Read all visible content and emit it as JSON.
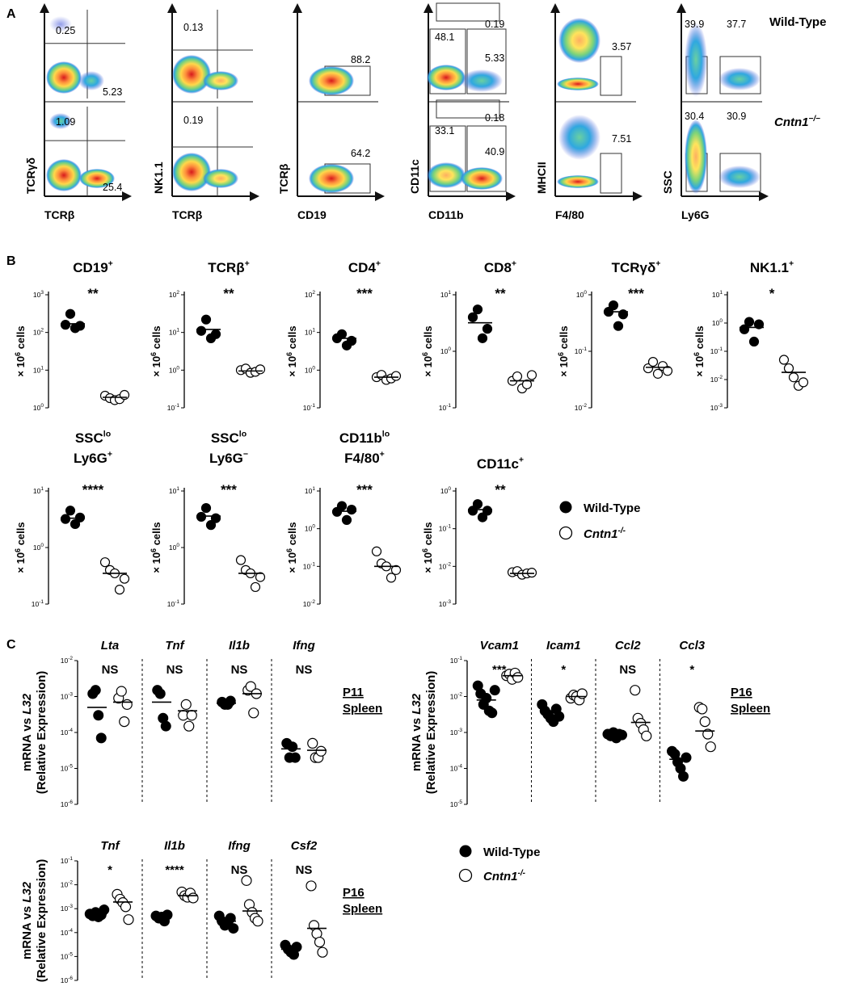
{
  "panel_letters": [
    "A",
    "B",
    "C"
  ],
  "legend": {
    "wild_type": "Wild-Type",
    "knockout": "Cntn1",
    "knockout_sup": "-/-"
  },
  "panel_a": {
    "row_labels": {
      "top": "Wild-Type",
      "bottom": "Cntn1",
      "bottom_sup": "−/−"
    },
    "plots": [
      {
        "ylabel": "TCRγδ",
        "xlabel": "TCRβ",
        "wt_gates": [
          "0.25",
          "5.23"
        ],
        "ko_gates": [
          "1.09",
          "25.4"
        ]
      },
      {
        "ylabel": "NK1.1",
        "xlabel": "TCRβ",
        "wt_gates": [
          "0.13"
        ],
        "ko_gates": [
          "0.19"
        ]
      },
      {
        "ylabel": "TCRβ",
        "xlabel": "CD19",
        "wt_gates": [
          "88.2"
        ],
        "ko_gates": [
          "64.2"
        ]
      },
      {
        "ylabel": "CD11c",
        "xlabel": "CD11b",
        "wt_gates": [
          "48.1",
          "0.19",
          "5.33"
        ],
        "ko_gates": [
          "33.1",
          "0.18",
          "40.9"
        ]
      },
      {
        "ylabel": "MHCII",
        "xlabel": "F4/80",
        "wt_gates": [
          "3.57"
        ],
        "ko_gates": [
          "7.51"
        ]
      },
      {
        "ylabel": "SSC",
        "xlabel": "Ly6G",
        "wt_gates": [
          "39.9",
          "37.7"
        ],
        "ko_gates": [
          "30.4",
          "30.9"
        ]
      }
    ]
  },
  "chart_data": [
    {
      "type": "scatter",
      "panel": "B",
      "title": "CD19",
      "title_sup": "+",
      "ylabel": "× 10^6 cells",
      "log_scale": true,
      "ylim_exp": [
        0,
        3
      ],
      "significance": "**",
      "series": [
        {
          "name": "Wild-Type",
          "values": [
            160,
            310,
            130,
            150
          ],
          "mean": 170
        },
        {
          "name": "Cntn1-/-",
          "values": [
            2.1,
            1.8,
            1.6,
            1.7,
            2.2
          ],
          "mean": 1.9
        }
      ]
    },
    {
      "type": "scatter",
      "panel": "B",
      "title": "TCRβ",
      "title_sup": "+",
      "ylabel": "× 10^6 cells",
      "log_scale": true,
      "ylim_exp": [
        -1,
        2
      ],
      "significance": "**",
      "series": [
        {
          "name": "Wild-Type",
          "values": [
            11,
            22,
            7,
            9
          ],
          "mean": 12
        },
        {
          "name": "Cntn1-/-",
          "values": [
            1.0,
            1.1,
            0.85,
            0.9,
            1.05
          ],
          "mean": 0.95
        }
      ]
    },
    {
      "type": "scatter",
      "panel": "B",
      "title": "CD4",
      "title_sup": "+",
      "ylabel": "× 10^6 cells",
      "log_scale": true,
      "ylim_exp": [
        -1,
        2
      ],
      "significance": "***",
      "series": [
        {
          "name": "Wild-Type",
          "values": [
            7,
            9,
            4.5,
            6
          ],
          "mean": 7
        },
        {
          "name": "Cntn1-/-",
          "values": [
            0.65,
            0.75,
            0.55,
            0.6,
            0.7
          ],
          "mean": 0.65
        }
      ]
    },
    {
      "type": "scatter",
      "panel": "B",
      "title": "CD8",
      "title_sup": "+",
      "ylabel": "× 10^6 cells",
      "log_scale": true,
      "ylim_exp": [
        -1,
        1
      ],
      "significance": "**",
      "series": [
        {
          "name": "Wild-Type",
          "values": [
            4,
            5.5,
            1.7,
            2.5
          ],
          "mean": 3.2
        },
        {
          "name": "Cntn1-/-",
          "values": [
            0.3,
            0.36,
            0.22,
            0.26,
            0.38
          ],
          "mean": 0.3
        }
      ]
    },
    {
      "type": "scatter",
      "panel": "B",
      "title": "TCRγδ",
      "title_sup": "+",
      "ylabel": "× 10^6 cells",
      "log_scale": true,
      "ylim_exp": [
        -2,
        0
      ],
      "significance": "***",
      "series": [
        {
          "name": "Wild-Type",
          "values": [
            0.5,
            0.65,
            0.28,
            0.45
          ],
          "mean": 0.5
        },
        {
          "name": "Cntn1-/-",
          "values": [
            0.05,
            0.065,
            0.04,
            0.055,
            0.045
          ],
          "mean": 0.052
        }
      ]
    },
    {
      "type": "scatter",
      "panel": "B",
      "title": "NK1.1",
      "title_sup": "+",
      "ylabel": "× 10^6 cells",
      "log_scale": true,
      "ylim_exp": [
        -3,
        1
      ],
      "significance": "*",
      "series": [
        {
          "name": "Wild-Type",
          "values": [
            0.6,
            1.1,
            0.22,
            0.9
          ],
          "mean": 0.7
        },
        {
          "name": "Cntn1-/-",
          "values": [
            0.05,
            0.025,
            0.012,
            0.006,
            0.008
          ],
          "mean": 0.018
        }
      ]
    },
    {
      "type": "scatter",
      "panel": "B",
      "title": "SSC",
      "title_sup": "lo",
      "title2": "Ly6G",
      "title2_sup": "+",
      "ylabel": "× 10^6 cells",
      "log_scale": true,
      "ylim_exp": [
        -1,
        1
      ],
      "significance": "****",
      "series": [
        {
          "name": "Wild-Type",
          "values": [
            3.2,
            4.5,
            2.6,
            3.4
          ],
          "mean": 3.3
        },
        {
          "name": "Cntn1-/-",
          "values": [
            0.55,
            0.4,
            0.35,
            0.18,
            0.28
          ],
          "mean": 0.35
        }
      ]
    },
    {
      "type": "scatter",
      "panel": "B",
      "title": "SSC",
      "title_sup": "lo",
      "title2": "Ly6G",
      "title2_sup": "−",
      "ylabel": "× 10^6 cells",
      "log_scale": true,
      "ylim_exp": [
        -1,
        1
      ],
      "significance": "***",
      "series": [
        {
          "name": "Wild-Type",
          "values": [
            3.5,
            5,
            2.5,
            3.3
          ],
          "mean": 3.6
        },
        {
          "name": "Cntn1-/-",
          "values": [
            0.6,
            0.4,
            0.35,
            0.2,
            0.3
          ],
          "mean": 0.35
        }
      ]
    },
    {
      "type": "scatter",
      "panel": "B",
      "title": "CD11b",
      "title_sup": "lo",
      "title2": "F4/80",
      "title2_sup": "+",
      "ylabel": "× 10^6 cells",
      "log_scale": true,
      "ylim_exp": [
        -2,
        1
      ],
      "significance": "***",
      "series": [
        {
          "name": "Wild-Type",
          "values": [
            2.8,
            4,
            1.7,
            3.2
          ],
          "mean": 2.9
        },
        {
          "name": "Cntn1-/-",
          "values": [
            0.25,
            0.12,
            0.1,
            0.05,
            0.08
          ],
          "mean": 0.1
        }
      ]
    },
    {
      "type": "scatter",
      "panel": "B",
      "title": "CD11c",
      "title_sup": "+",
      "ylabel": "× 10^6 cells",
      "log_scale": true,
      "ylim_exp": [
        -3,
        0
      ],
      "significance": "**",
      "series": [
        {
          "name": "Wild-Type",
          "values": [
            0.3,
            0.45,
            0.2,
            0.3
          ],
          "mean": 0.32
        },
        {
          "name": "Cntn1-/-",
          "values": [
            0.007,
            0.0075,
            0.006,
            0.0065,
            0.0068
          ],
          "mean": 0.0065
        }
      ]
    },
    {
      "type": "scatter",
      "panel": "C",
      "ylabel": "mRNA vs L32",
      "ylabel2": "(Relative Expression)",
      "log_scale": true,
      "ylim_exp": [
        -6,
        -2
      ],
      "tissue": "P11",
      "tissue2": "Spleen",
      "groups": [
        {
          "gene": "Lta",
          "significance": "NS",
          "wt": [
            0.0012,
            0.0015,
            0.0003,
            7e-05
          ],
          "wt_mean": 0.0005,
          "ko": [
            0.0009,
            0.0014,
            0.0002,
            0.0006
          ],
          "ko_mean": 0.0007
        },
        {
          "gene": "Tnf",
          "significance": "NS",
          "wt": [
            0.0015,
            0.0012,
            0.00025,
            0.00015
          ],
          "wt_mean": 0.0007,
          "ko": [
            0.0003,
            0.0006,
            0.00015,
            0.0003
          ],
          "ko_mean": 0.0004
        },
        {
          "gene": "Il1b",
          "significance": "NS",
          "wt": [
            0.0007,
            0.0006,
            0.0006,
            0.00075
          ],
          "wt_mean": 0.00065,
          "ko": [
            0.0015,
            0.0019,
            0.00035,
            0.0012
          ],
          "ko_mean": 0.0012
        },
        {
          "gene": "Ifng",
          "significance": "NS",
          "wt": [
            5e-05,
            2e-05,
            4e-05,
            2e-05
          ],
          "wt_mean": 3.5e-05,
          "ko": [
            5e-05,
            2e-05,
            2e-05,
            3e-05
          ],
          "ko_mean": 3.2e-05
        }
      ]
    },
    {
      "type": "scatter",
      "panel": "C",
      "ylabel": "mRNA vs L32",
      "ylabel2": "(Relative Expression)",
      "log_scale": true,
      "ylim_exp": [
        -5,
        -1
      ],
      "tissue": "P16",
      "tissue2": "Spleen",
      "groups": [
        {
          "gene": "Vcam1",
          "significance": "***",
          "wt": [
            0.02,
            0.012,
            0.006,
            0.009,
            0.004,
            0.0035,
            0.015
          ],
          "wt_mean": 0.008,
          "ko": [
            0.038,
            0.042,
            0.03,
            0.045,
            0.034
          ],
          "ko_mean": 0.038
        },
        {
          "gene": "Icam1",
          "significance": "*",
          "wt": [
            0.006,
            0.004,
            0.0032,
            0.0025,
            0.002,
            0.0045,
            0.0028
          ],
          "wt_mean": 0.0035,
          "ko": [
            0.009,
            0.011,
            0.01,
            0.008,
            0.012
          ],
          "ko_mean": 0.01
        },
        {
          "gene": "Ccl2",
          "significance": "NS",
          "wt": [
            0.0009,
            0.0008,
            0.001,
            0.0007,
            0.0009,
            0.00085
          ],
          "wt_mean": 0.00085,
          "ko": [
            0.015,
            0.0025,
            0.0018,
            0.0012,
            0.0008
          ],
          "ko_mean": 0.0019
        },
        {
          "gene": "Ccl3",
          "significance": "*",
          "wt": [
            0.0003,
            0.00025,
            0.00015,
            0.0001,
            6e-05,
            0.0002
          ],
          "wt_mean": 0.00018,
          "ko": [
            0.005,
            0.0045,
            0.002,
            0.0009,
            0.0004
          ],
          "ko_mean": 0.0011
        }
      ]
    },
    {
      "type": "scatter",
      "panel": "C",
      "ylabel": "mRNA vs L32",
      "ylabel2": "(Relative Expression)",
      "log_scale": true,
      "ylim_exp": [
        -6,
        -1
      ],
      "tissue": "P16",
      "tissue2": "Spleen",
      "groups": [
        {
          "gene": "Tnf",
          "significance": "*",
          "wt": [
            0.0006,
            0.0005,
            0.0007,
            0.00045,
            0.00055,
            0.0009
          ],
          "wt_mean": 0.00058,
          "ko": [
            0.004,
            0.0025,
            0.0018,
            0.0012,
            0.00035
          ],
          "ko_mean": 0.0019
        },
        {
          "gene": "Il1b",
          "significance": "****",
          "wt": [
            0.0005,
            0.0004,
            0.00045,
            0.0003,
            0.00055
          ],
          "wt_mean": 0.00045,
          "ko": [
            0.005,
            0.0035,
            0.003,
            0.0045,
            0.0028
          ],
          "ko_mean": 0.0035
        },
        {
          "gene": "Ifng",
          "significance": "NS",
          "wt": [
            0.0005,
            0.0003,
            0.0002,
            0.00025,
            0.0004,
            0.00015
          ],
          "wt_mean": 0.0003,
          "ko": [
            0.015,
            0.0015,
            0.0007,
            0.0004,
            0.0003
          ],
          "ko_mean": 0.0008
        },
        {
          "gene": "Csf2",
          "significance": "NS",
          "wt": [
            3e-05,
            2e-05,
            1.5e-05,
            1.2e-05,
            2.5e-05
          ],
          "wt_mean": 2e-05,
          "ko": [
            0.009,
            0.0002,
            9e-05,
            4e-05,
            1.5e-05
          ],
          "ko_mean": 0.00015
        }
      ]
    }
  ]
}
